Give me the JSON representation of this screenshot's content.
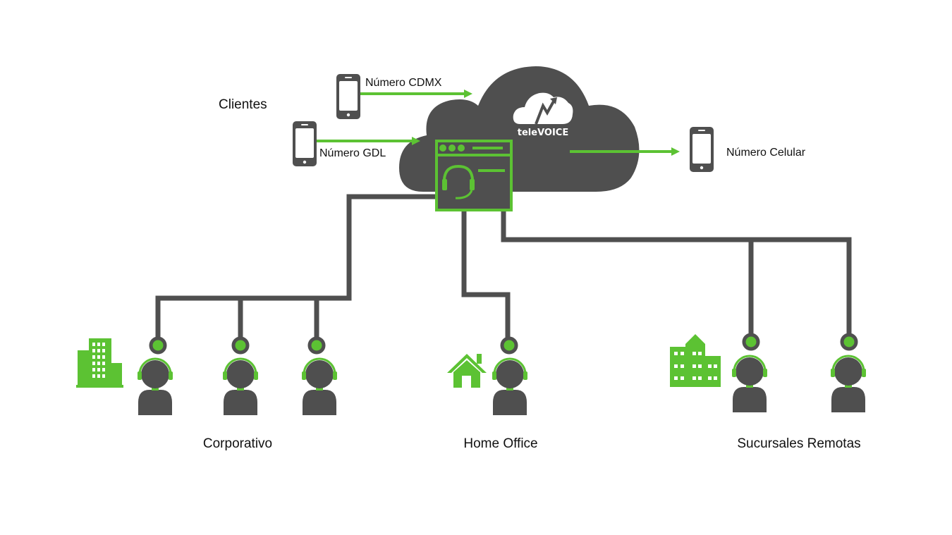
{
  "colors": {
    "accent": "#5cc233",
    "dark": "#4f4f4f",
    "text": "#111111"
  },
  "labels": {
    "clientes": "Clientes",
    "numero_cdmx": "Número CDMX",
    "numero_gdl": "Número GDL",
    "numero_celular": "Número Celular",
    "corporativo": "Corporativo",
    "home_office": "Home Office",
    "sucursales": "Sucursales Remotas"
  },
  "logo": {
    "text": "teleVOICE"
  },
  "icons": {
    "phones": [
      "phone-icon",
      "phone-icon",
      "phone-icon"
    ],
    "buildings": [
      "office-building-icon",
      "home-icon",
      "branch-building-icon"
    ],
    "agents": [
      "agent-headset-icon"
    ],
    "console": "call-center-console-icon"
  }
}
